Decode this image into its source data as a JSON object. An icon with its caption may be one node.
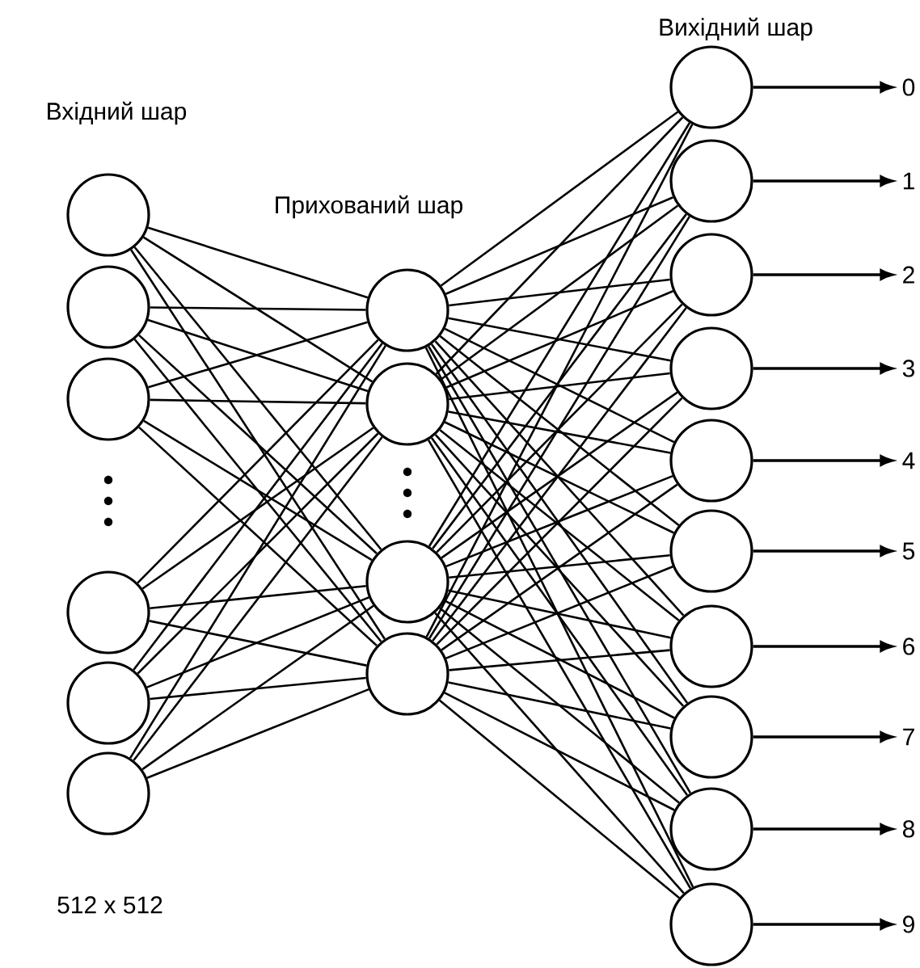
{
  "diagram": {
    "nodes": [
      {
        "text": [],
        "shape": "circle"
      },
      {
        "text": [],
        "shape": "circle"
      },
      {
        "text": [],
        "shape": "circle"
      },
      {
        "text": [],
        "shape": "circle"
      },
      {
        "text": [],
        "shape": "circle"
      },
      {
        "text": [],
        "shape": "circle"
      },
      {
        "text": [],
        "shape": "circle"
      },
      {
        "text": [],
        "shape": "circle"
      },
      {
        "text": [],
        "shape": "circle"
      },
      {
        "text": [],
        "shape": "circle"
      },
      {
        "text": [],
        "shape": "circle"
      },
      {
        "text": [],
        "shape": "circle"
      },
      {
        "text": [],
        "shape": "circle"
      },
      {
        "text": [],
        "shape": "circle"
      },
      {
        "text": [],
        "shape": "circle"
      },
      {
        "text": [],
        "shape": "circle"
      },
      {
        "text": [],
        "shape": "circle"
      },
      {
        "text": [],
        "shape": "circle"
      },
      {
        "text": [],
        "shape": "circle"
      },
      {
        "text": [],
        "shape": "circle"
      },
      {
        "text": [
          "0"
        ]
      },
      {
        "text": [
          "1"
        ]
      },
      {
        "text": [
          "2"
        ]
      },
      {
        "text": [
          "3"
        ]
      },
      {
        "text": [
          "4"
        ]
      },
      {
        "text": [
          "5"
        ]
      },
      {
        "text": [
          "6"
        ]
      },
      {
        "text": [
          "7"
        ]
      },
      {
        "text": [
          "8"
        ]
      },
      {
        "text": [
          "9"
        ]
      }
    ],
    "edges": [
      {
        "from": 0,
        "to": 6,
        "arrow": "none"
      },
      {
        "from": 0,
        "to": 7,
        "arrow": "none"
      },
      {
        "from": 0,
        "to": 8,
        "arrow": "none"
      },
      {
        "from": 0,
        "to": 9,
        "arrow": "none"
      },
      {
        "from": 1,
        "to": 6,
        "arrow": "none"
      },
      {
        "from": 1,
        "to": 7,
        "arrow": "none"
      },
      {
        "from": 1,
        "to": 8,
        "arrow": "none"
      },
      {
        "from": 1,
        "to": 9,
        "arrow": "none"
      },
      {
        "from": 2,
        "to": 6,
        "arrow": "none"
      },
      {
        "from": 2,
        "to": 7,
        "arrow": "none"
      },
      {
        "from": 2,
        "to": 8,
        "arrow": "none"
      },
      {
        "from": 2,
        "to": 9,
        "arrow": "none"
      },
      {
        "from": 3,
        "to": 6,
        "arrow": "none"
      },
      {
        "from": 3,
        "to": 7,
        "arrow": "none"
      },
      {
        "from": 3,
        "to": 8,
        "arrow": "none"
      },
      {
        "from": 3,
        "to": 9,
        "arrow": "none"
      },
      {
        "from": 4,
        "to": 6,
        "arrow": "none"
      },
      {
        "from": 4,
        "to": 7,
        "arrow": "none"
      },
      {
        "from": 4,
        "to": 8,
        "arrow": "none"
      },
      {
        "from": 4,
        "to": 9,
        "arrow": "none"
      },
      {
        "from": 5,
        "to": 6,
        "arrow": "none"
      },
      {
        "from": 5,
        "to": 7,
        "arrow": "none"
      },
      {
        "from": 5,
        "to": 8,
        "arrow": "none"
      },
      {
        "from": 5,
        "to": 9,
        "arrow": "none"
      },
      {
        "from": 6,
        "to": 10,
        "arrow": "none"
      },
      {
        "from": 6,
        "to": 11,
        "arrow": "none"
      },
      {
        "from": 6,
        "to": 12,
        "arrow": "none"
      },
      {
        "from": 6,
        "to": 13,
        "arrow": "none"
      },
      {
        "from": 6,
        "to": 14,
        "arrow": "none"
      },
      {
        "from": 6,
        "to": 15,
        "arrow": "none"
      },
      {
        "from": 6,
        "to": 16,
        "arrow": "none"
      },
      {
        "from": 6,
        "to": 17,
        "arrow": "none"
      },
      {
        "from": 6,
        "to": 18,
        "arrow": "none"
      },
      {
        "from": 6,
        "to": 19,
        "arrow": "none"
      },
      {
        "from": 7,
        "to": 10,
        "arrow": "none"
      },
      {
        "from": 7,
        "to": 11,
        "arrow": "none"
      },
      {
        "from": 7,
        "to": 12,
        "arrow": "none"
      },
      {
        "from": 7,
        "to": 13,
        "arrow": "none"
      },
      {
        "from": 7,
        "to": 14,
        "arrow": "none"
      },
      {
        "from": 7,
        "to": 15,
        "arrow": "none"
      },
      {
        "from": 7,
        "to": 16,
        "arrow": "none"
      },
      {
        "from": 7,
        "to": 17,
        "arrow": "none"
      },
      {
        "from": 7,
        "to": 18,
        "arrow": "none"
      },
      {
        "from": 7,
        "to": 19,
        "arrow": "none"
      },
      {
        "from": 8,
        "to": 10,
        "arrow": "none"
      },
      {
        "from": 8,
        "to": 11,
        "arrow": "none"
      },
      {
        "from": 8,
        "to": 12,
        "arrow": "none"
      },
      {
        "from": 8,
        "to": 13,
        "arrow": "none"
      },
      {
        "from": 8,
        "to": 14,
        "arrow": "none"
      },
      {
        "from": 8,
        "to": 15,
        "arrow": "none"
      },
      {
        "from": 8,
        "to": 16,
        "arrow": "none"
      },
      {
        "from": 8,
        "to": 17,
        "arrow": "none"
      },
      {
        "from": 8,
        "to": 18,
        "arrow": "none"
      },
      {
        "from": 8,
        "to": 19,
        "arrow": "none"
      },
      {
        "from": 9,
        "to": 10,
        "arrow": "none"
      },
      {
        "from": 9,
        "to": 11,
        "arrow": "none"
      },
      {
        "from": 9,
        "to": 12,
        "arrow": "none"
      },
      {
        "from": 9,
        "to": 13,
        "arrow": "none"
      },
      {
        "from": 9,
        "to": 14,
        "arrow": "none"
      },
      {
        "from": 9,
        "to": 15,
        "arrow": "none"
      },
      {
        "from": 9,
        "to": 16,
        "arrow": "none"
      },
      {
        "from": 9,
        "to": 17,
        "arrow": "none"
      },
      {
        "from": 9,
        "to": 18,
        "arrow": "none"
      },
      {
        "from": 9,
        "to": 19,
        "arrow": "none"
      },
      {
        "from": 10,
        "to": 20,
        "arrow": "to"
      },
      {
        "from": 11,
        "to": 21,
        "arrow": "to"
      },
      {
        "from": 12,
        "to": 22,
        "arrow": "to"
      },
      {
        "from": 13,
        "to": 23,
        "arrow": "to"
      },
      {
        "from": 14,
        "to": 24,
        "arrow": "to"
      },
      {
        "from": 15,
        "to": 25,
        "arrow": "to"
      },
      {
        "from": 16,
        "to": 26,
        "arrow": "to"
      },
      {
        "from": 17,
        "to": 27,
        "arrow": "to"
      },
      {
        "from": 18,
        "to": 28,
        "arrow": "to"
      },
      {
        "from": 19,
        "to": 29,
        "arrow": "to"
      }
    ],
    "labels": [
      "Вхідний шар",
      "Прихований шар",
      "Вихідний шар",
      "512 x 512"
    ]
  }
}
